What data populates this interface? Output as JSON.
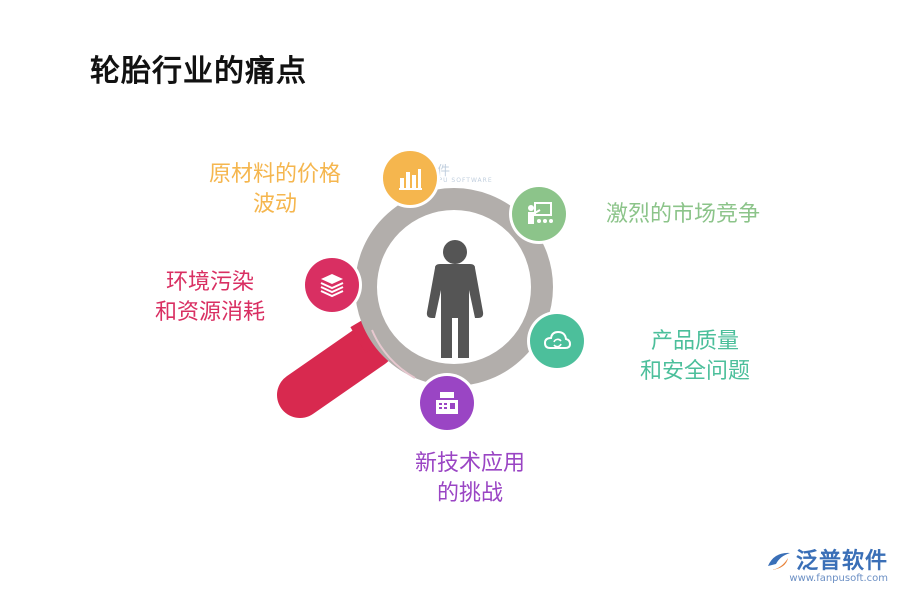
{
  "title": "轮胎行业的痛点",
  "center_icon": "person-icon",
  "items": [
    {
      "id": "raw",
      "lines": [
        "原材料的价格",
        "波动"
      ],
      "color": "#f5b64e",
      "icon": "bar-chart-icon"
    },
    {
      "id": "competition",
      "lines": [
        "激烈的市场竞争"
      ],
      "color": "#8cc48a",
      "icon": "presentation-icon"
    },
    {
      "id": "quality",
      "lines": [
        "产品质量",
        "和安全问题"
      ],
      "color": "#4cbf9b",
      "icon": "cloud-sync-icon"
    },
    {
      "id": "tech",
      "lines": [
        "新技术应用",
        "的挑战"
      ],
      "color": "#9a45c4",
      "icon": "cash-register-icon"
    },
    {
      "id": "env",
      "lines": [
        "环境污染",
        "和资源消耗"
      ],
      "color": "#d92f62",
      "icon": "book-stack-icon"
    }
  ],
  "colors": {
    "ring": "#b2aeab",
    "handle": "#d8294f",
    "person": "#555555"
  },
  "watermark": {
    "name": "泛普软件",
    "sub": "FANPU SOFTWARE"
  },
  "logo": {
    "name": "泛普软件",
    "url": "www.fanpusoft.com"
  }
}
